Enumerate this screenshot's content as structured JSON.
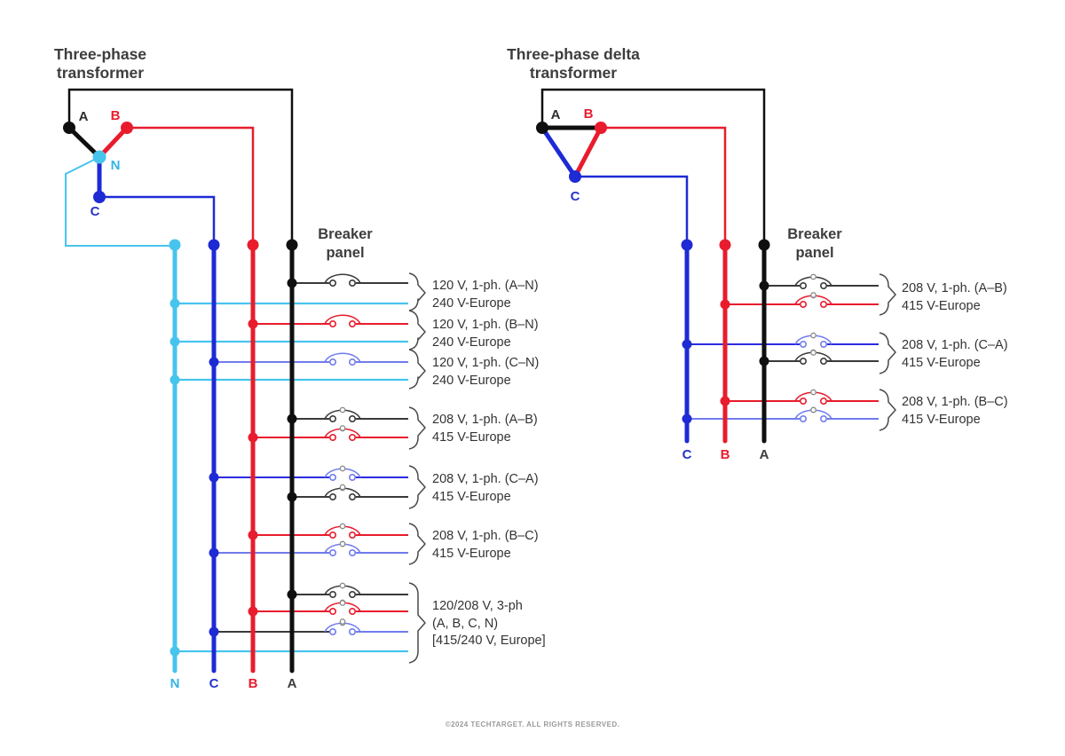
{
  "colors": {
    "black_bus": "#0f0f0f",
    "black_wire": "#3a3a3a",
    "red": "#e81c2d",
    "blue": "#1e2ad4",
    "blue_bright": "#2b2be2",
    "periwinkle": "#707cee",
    "cyan": "#47c4ee",
    "chain": "#8a8a8a",
    "brace": "#4a4a4a",
    "title_text": "#3d3d3d",
    "label_text": "#333333",
    "footer_text": "#9a9a9a"
  },
  "left_diagram": {
    "title_lines": [
      "Three-phase",
      "transformer"
    ],
    "panel_title_lines": [
      "Breaker",
      "panel"
    ],
    "node_labels": {
      "A": "A",
      "B": "B",
      "N": "N",
      "C": "C"
    },
    "bus_labels": {
      "N": "N",
      "C": "C",
      "B": "B",
      "A": "A"
    },
    "groups": [
      {
        "poles": [
          "A"
        ],
        "neutral": true,
        "labels": [
          "120 V, 1-ph. (A–N)",
          "240 V-Europe"
        ]
      },
      {
        "poles": [
          "B"
        ],
        "neutral": true,
        "labels": [
          "120 V, 1-ph. (B–N)",
          "240 V-Europe"
        ]
      },
      {
        "poles": [
          "C"
        ],
        "neutral": true,
        "labels": [
          "120 V, 1-ph. (C–N)",
          "240 V-Europe"
        ]
      },
      {
        "poles": [
          "A",
          "B"
        ],
        "neutral": false,
        "labels": [
          "208 V, 1-ph. (A–B)",
          "415 V-Europe"
        ]
      },
      {
        "poles": [
          "C",
          "A"
        ],
        "neutral": false,
        "labels": [
          "208 V, 1-ph. (C–A)",
          "415 V-Europe"
        ]
      },
      {
        "poles": [
          "B",
          "C"
        ],
        "neutral": false,
        "labels": [
          "208 V, 1-ph. (B–C)",
          "415 V-Europe"
        ]
      },
      {
        "poles": [
          "A",
          "B",
          "C"
        ],
        "neutral": true,
        "labels": [
          "120/208 V, 3-ph",
          "(A, B, C, N)",
          "[415/240 V, Europe]"
        ]
      }
    ]
  },
  "right_diagram": {
    "title_lines": [
      "Three-phase delta",
      "transformer"
    ],
    "panel_title_lines": [
      "Breaker",
      "panel"
    ],
    "node_labels": {
      "A": "A",
      "B": "B",
      "C": "C"
    },
    "bus_labels": {
      "C": "C",
      "B": "B",
      "A": "A"
    },
    "groups": [
      {
        "poles": [
          "A",
          "B"
        ],
        "neutral": false,
        "labels": [
          "208 V, 1-ph. (A–B)",
          "415 V-Europe"
        ]
      },
      {
        "poles": [
          "C",
          "A"
        ],
        "neutral": false,
        "labels": [
          "208 V, 1-ph. (C–A)",
          "415 V-Europe"
        ]
      },
      {
        "poles": [
          "B",
          "C"
        ],
        "neutral": false,
        "labels": [
          "208 V, 1-ph. (B–C)",
          "415 V-Europe"
        ]
      }
    ]
  },
  "footer": {
    "copyright": "©2024 TECHTARGET. ALL RIGHTS RESERVED."
  }
}
